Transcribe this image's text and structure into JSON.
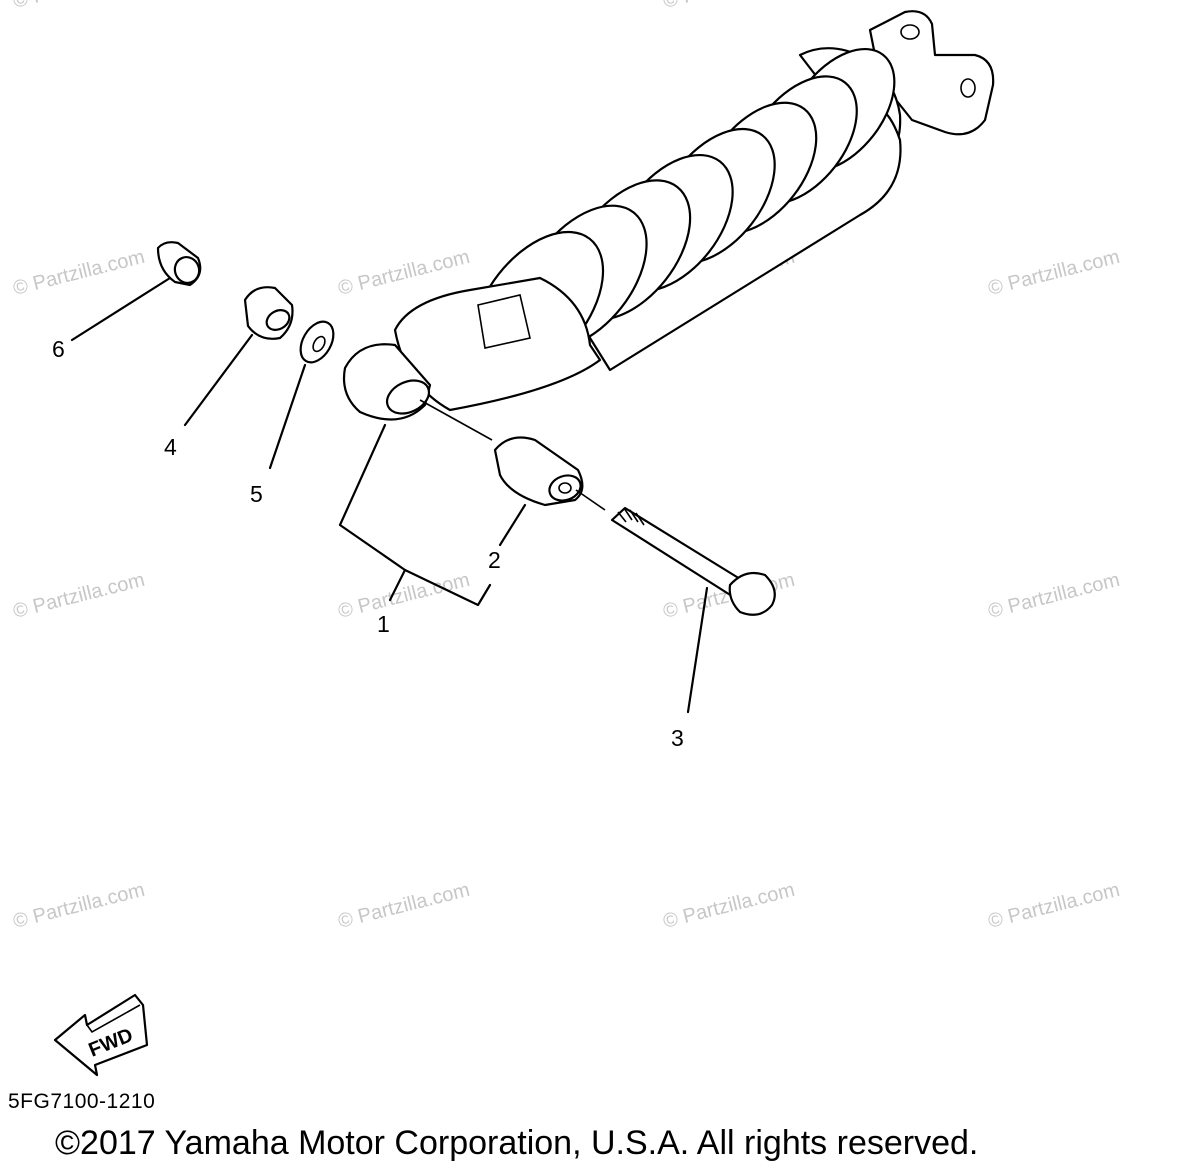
{
  "watermark": "© Partzilla.com",
  "callouts": [
    {
      "id": "1",
      "label": "1"
    },
    {
      "id": "2",
      "label": "2"
    },
    {
      "id": "3",
      "label": "3"
    },
    {
      "id": "4",
      "label": "4"
    },
    {
      "id": "5",
      "label": "5"
    },
    {
      "id": "6",
      "label": "6"
    }
  ],
  "fwd_label": "FWD",
  "diagram_code": "5FG7100-1210",
  "copyright": "©2017  Yamaha Motor Corporation, U.S.A. All rights reserved."
}
